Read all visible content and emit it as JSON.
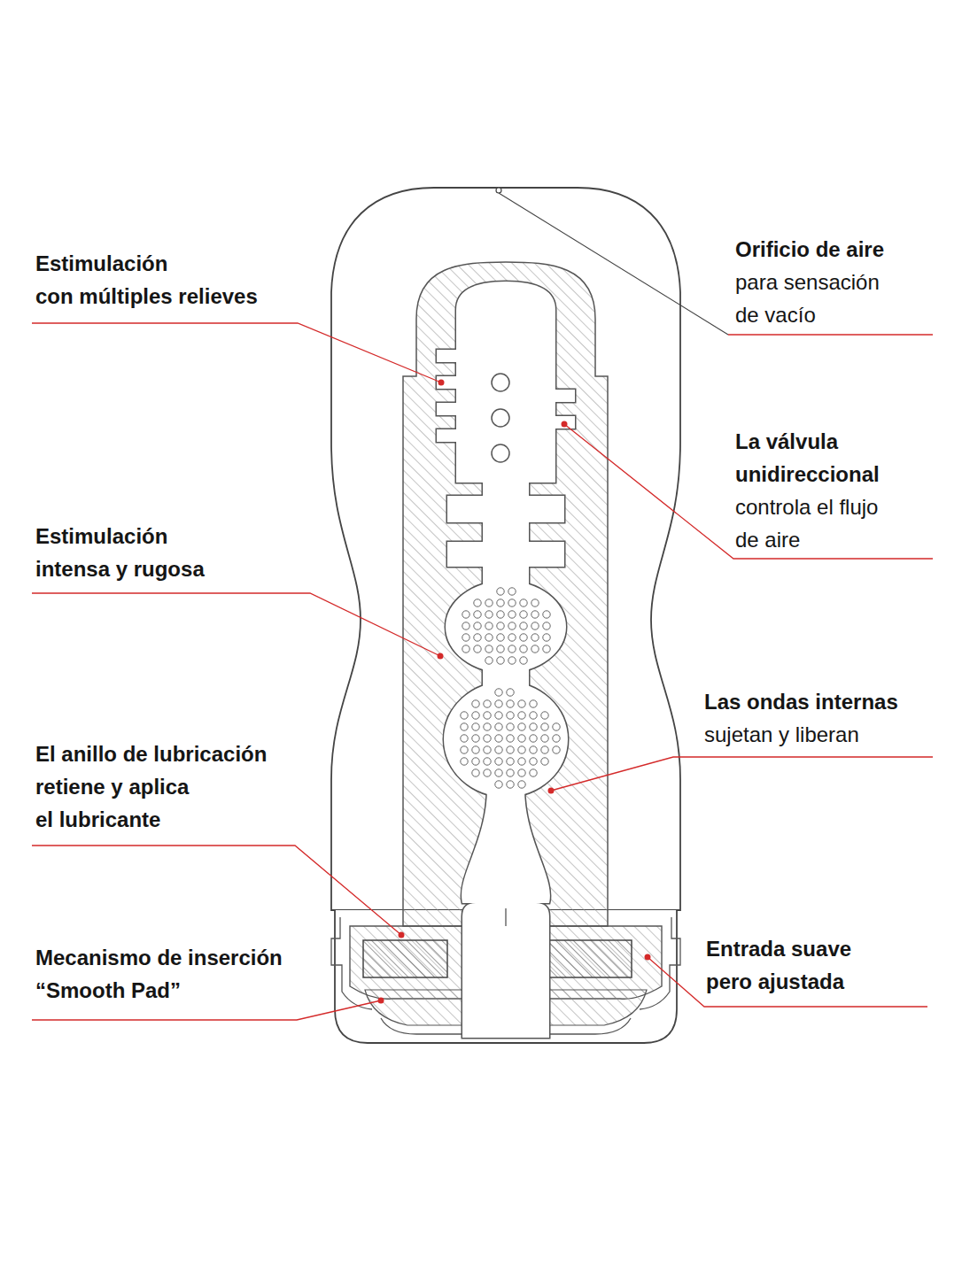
{
  "diagram": {
    "labels": [
      "Estimulación con múltiples relieves",
      "Orificio de aire",
      "para sensación de vacío",
      "La válvula unidireccional",
      "controla el flujo de aire",
      "Estimulación intensa y rugosa",
      "Las ondas internas",
      "sujetan y liberan",
      "El anillo de lubricación retiene y aplica el lubricante",
      "Entrada suave pero ajustada",
      "Mecanismo de inserción “Smooth Pad”"
    ]
  }
}
